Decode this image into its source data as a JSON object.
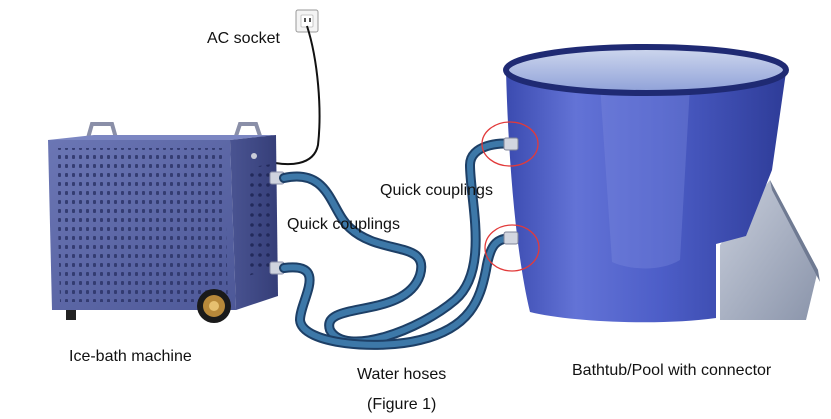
{
  "labels": {
    "ac_socket": "AC socket",
    "quick_couplings_machine": "Quick couplings",
    "quick_couplings_tub": "Quick couplings",
    "ice_bath_machine": "Ice-bath machine",
    "water_hoses": "Water hoses",
    "bathtub": "Bathtub/Pool with connector",
    "figure": "(Figure 1)"
  },
  "colors": {
    "machine_body": "#5a66a8",
    "machine_dark": "#3b4584",
    "hose": "#2f5f8c",
    "tub_body": "#4a5cc4",
    "tub_rim": "#1f2a73",
    "coupling_highlight": "#e23a3a",
    "power_cord": "#111111"
  }
}
